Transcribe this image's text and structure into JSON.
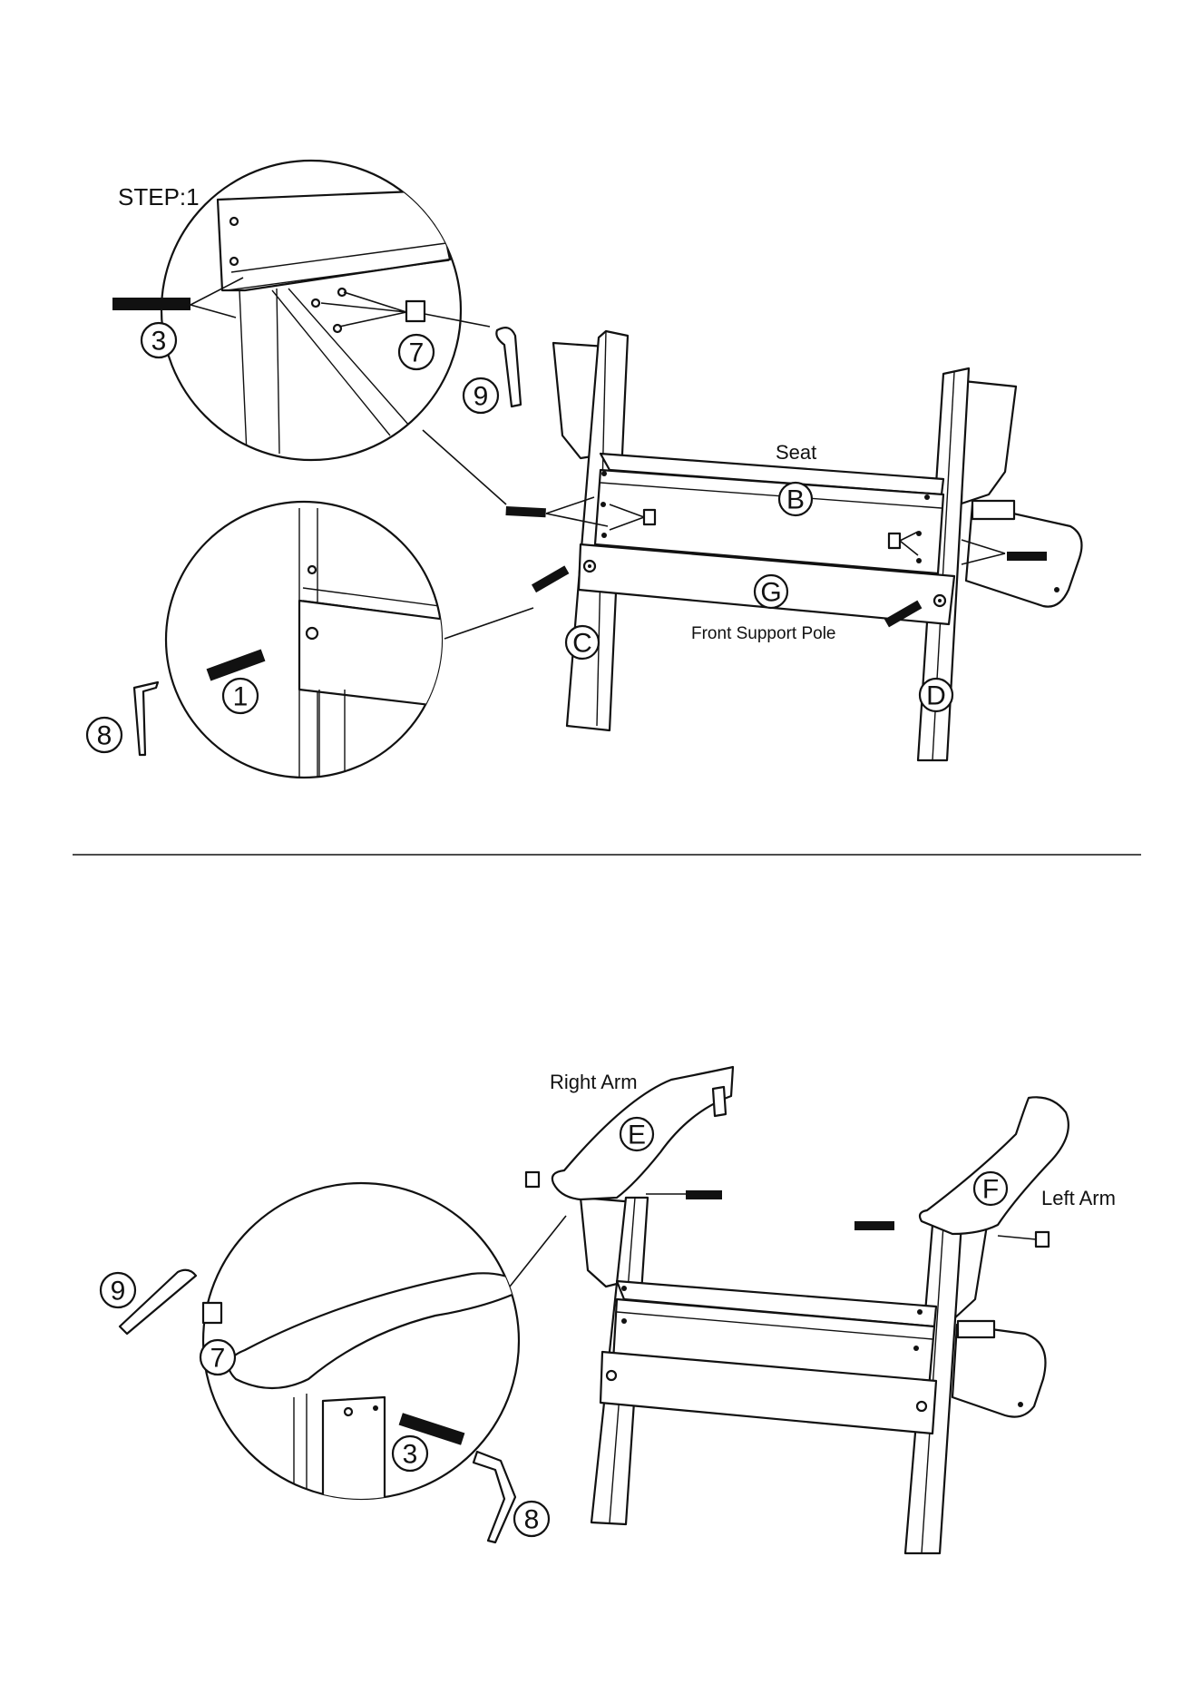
{
  "step_title": "STEP:1",
  "top_figure": {
    "label_seat": "Seat",
    "label_front_support": "Front Support Pole",
    "parts": {
      "B": "B",
      "C": "C",
      "D": "D",
      "G": "G"
    },
    "callout_upper_numbers": [
      "3",
      "7",
      "9"
    ],
    "callout_lower_numbers": [
      "1",
      "8"
    ]
  },
  "bottom_figure": {
    "label_right_arm": "Right Arm",
    "label_left_arm": "Left Arm",
    "parts": {
      "E": "E",
      "F": "F"
    },
    "callout_numbers": [
      "9",
      "7",
      "3",
      "8"
    ]
  }
}
